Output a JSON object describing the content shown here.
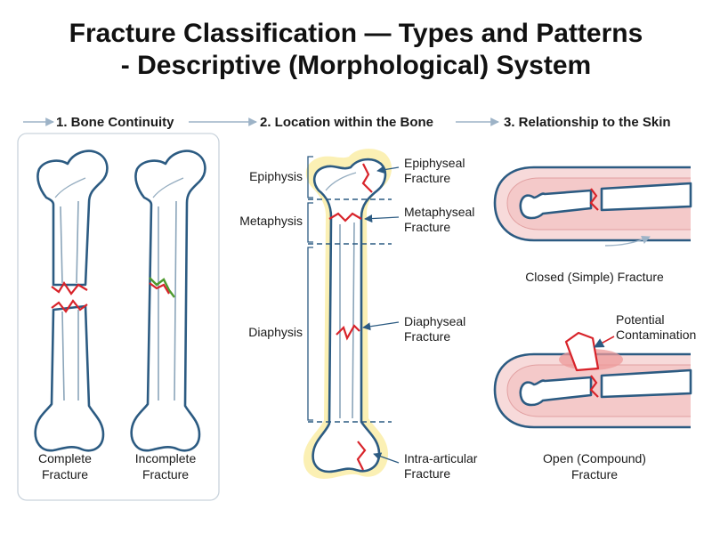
{
  "title": {
    "line1": "Fracture Classification — Types and Patterns",
    "line2": "- Descriptive (Morphological) System"
  },
  "sections": [
    {
      "heading": "1. Bone Continuity",
      "items": [
        {
          "label_line1": "Complete",
          "label_line2": "Fracture"
        },
        {
          "label_line1": "Incomplete",
          "label_line2": "Fracture"
        }
      ]
    },
    {
      "heading": "2. Location within the Bone",
      "regions": [
        "Epiphysis",
        "Metaphysis",
        "Diaphysis"
      ],
      "fractures": [
        {
          "line1": "Epiphyseal",
          "line2": "Fracture"
        },
        {
          "line1": "Metaphyseal",
          "line2": "Fracture"
        },
        {
          "line1": "Diaphyseal",
          "line2": "Fracture"
        },
        {
          "line1": "Intra-articular",
          "line2": "Fracture"
        }
      ]
    },
    {
      "heading": "3. Relationship to the Skin",
      "closed": {
        "line1": "Closed (Simple) Fracture"
      },
      "open": {
        "line1": "Open (Compound)",
        "line2": "Fracture"
      },
      "contamination": {
        "line1": "Potential",
        "line2": "Contamination"
      }
    }
  ],
  "colors": {
    "bone_outline": "#2c5b82",
    "fracture_line": "#d8232a",
    "incomplete_crack": "#4e9a2e",
    "location_highlight": "#fbf0b4",
    "soft_tissue": "#f6d3d3"
  }
}
